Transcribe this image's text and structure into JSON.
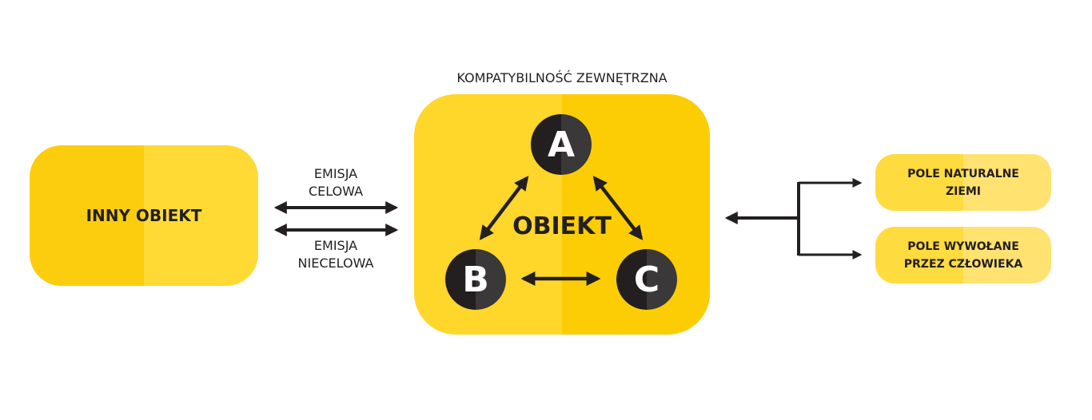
{
  "diagram": {
    "title": "KOMPATYBILNOŚĆ ZEWNĘTRZNA",
    "left_box": {
      "label": "INNY OBIEKT"
    },
    "center_box": {
      "label": "OBIEKT"
    },
    "nodes": {
      "a": "A",
      "b": "B",
      "c": "C"
    },
    "emission_top": {
      "line1": "EMISJA",
      "line2": "CELOWA"
    },
    "emission_bottom": {
      "line1": "EMISJA",
      "line2": "NIECELOWA"
    },
    "right_top": {
      "line1": "POLE NATURALNE",
      "line2": "ZIEMI"
    },
    "right_bottom": {
      "line1": "POLE WYWOŁANE",
      "line2": "PRZEZ CZŁOWIEKA"
    }
  },
  "colors": {
    "yellow_dark": "#fccd0e",
    "yellow_light": "#ffda35",
    "pill_light": "#ffe270",
    "ink": "#231f20"
  }
}
